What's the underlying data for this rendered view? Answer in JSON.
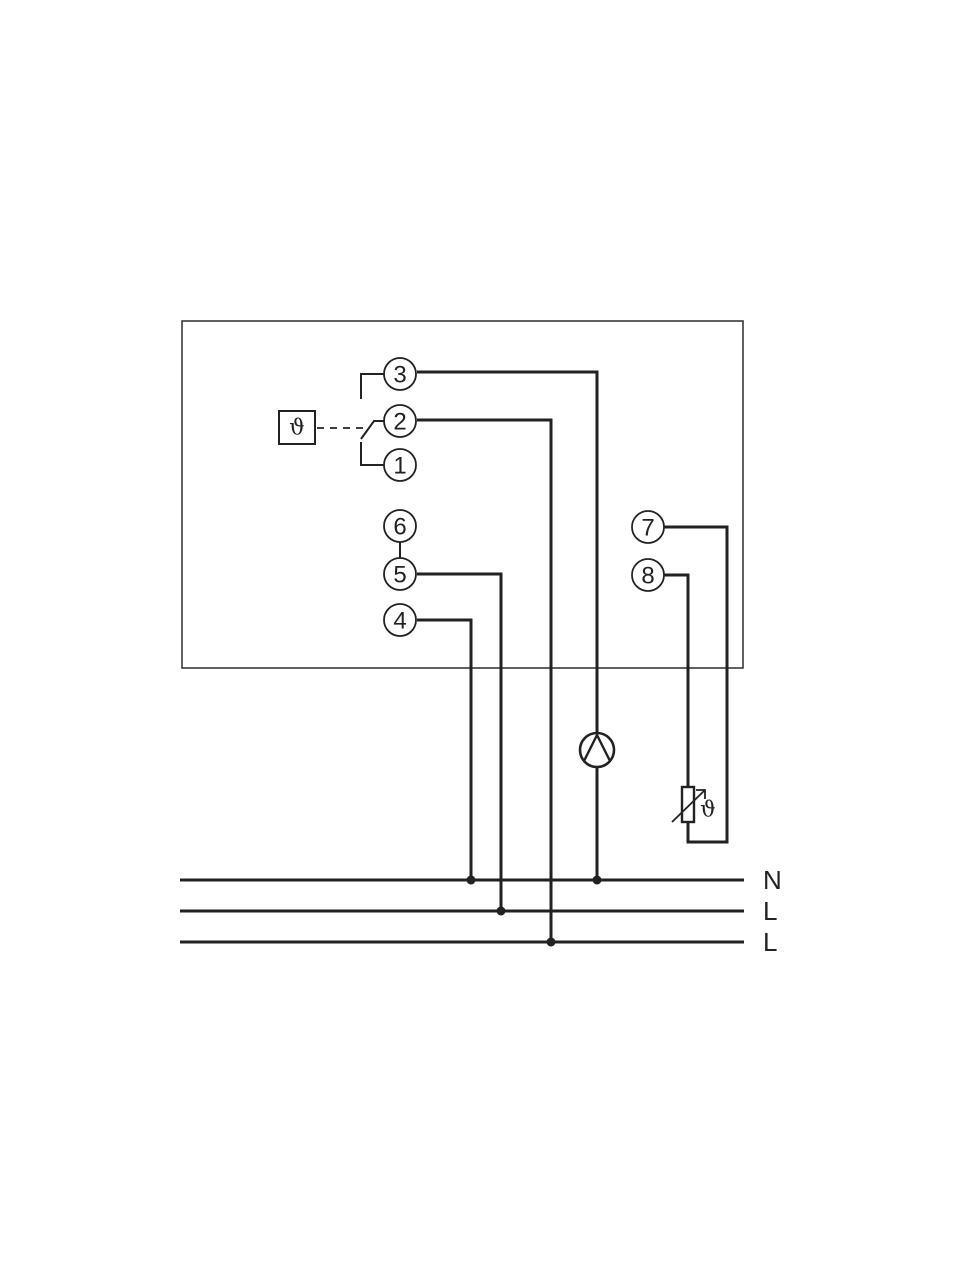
{
  "terminals": [
    {
      "id": "3",
      "label": "3"
    },
    {
      "id": "2",
      "label": "2"
    },
    {
      "id": "1",
      "label": "1"
    },
    {
      "id": "6",
      "label": "6"
    },
    {
      "id": "5",
      "label": "5"
    },
    {
      "id": "4",
      "label": "4"
    },
    {
      "id": "7",
      "label": "7"
    },
    {
      "id": "8",
      "label": "8"
    }
  ],
  "supply_lines": [
    {
      "label": "N"
    },
    {
      "label": "L"
    },
    {
      "label": "L"
    }
  ],
  "symbols": {
    "thermostat_sensor": "ϑ",
    "ntc_sensor": "ϑ"
  },
  "icons": {
    "pump": "pump-icon",
    "sensor": "temperature-sensor-icon",
    "thermostat": "thermostat-icon"
  },
  "colors": {
    "line": "#222222",
    "background": "#ffffff"
  }
}
